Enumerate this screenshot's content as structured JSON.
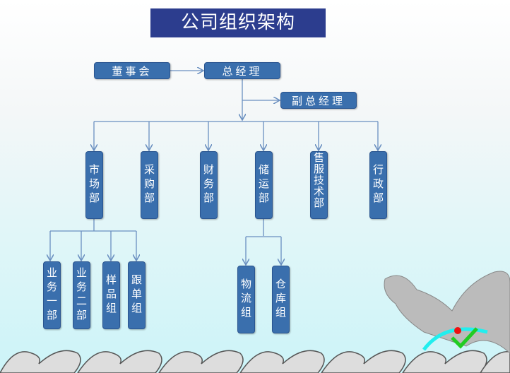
{
  "title": "公司组织架构",
  "top": {
    "board": "董事会",
    "gm": "总经理",
    "deputy": "副总经理"
  },
  "departments": [
    "市场部",
    "采购部",
    "财务部",
    "储运部",
    "售服技术部",
    "行政部"
  ],
  "market_groups": [
    "业务一部",
    "业务二部",
    "样品组",
    "跟单组"
  ],
  "logistics_groups": [
    "物流组",
    "仓库组"
  ],
  "colors": {
    "title_bg": "#2c3d8e",
    "box": "#3a6fad",
    "line": "#6a8fc0"
  }
}
